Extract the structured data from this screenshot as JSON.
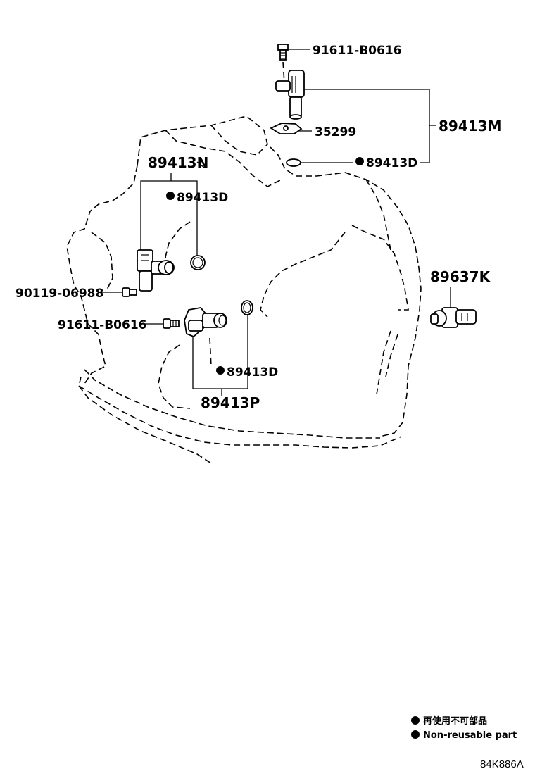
{
  "parts": {
    "bolt_top": "91611-B0616",
    "sensor_assembly_upper": "89413M",
    "washer": "35299",
    "oring_upper": "89413D",
    "sensor_assembly_left": "89413N",
    "oring_left": "89413D",
    "bolt_left": "90119-06988",
    "bolt_middle": "91611-B0616",
    "oring_lower": "89413D",
    "sensor_assembly_lower": "89413P",
    "switch_right": "89637K"
  },
  "legend": {
    "japanese": "再使用不可部品",
    "english": "Non-reusable part"
  },
  "diagram_code": "84K886A"
}
